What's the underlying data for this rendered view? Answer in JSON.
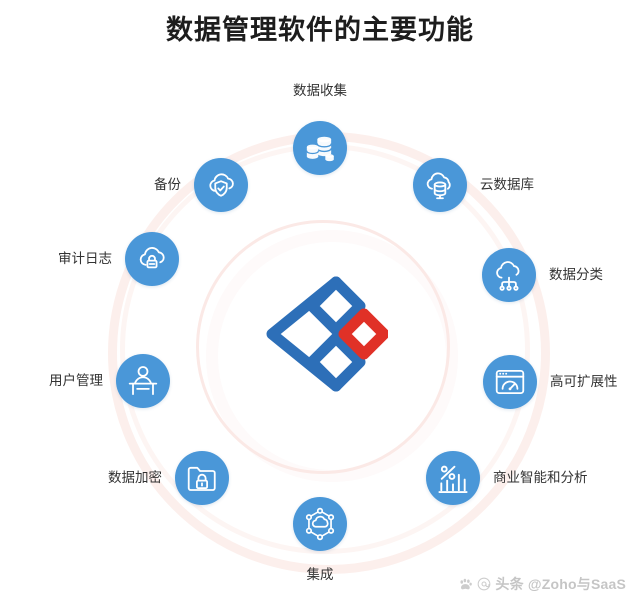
{
  "page": {
    "title": "数据管理软件的主要功能",
    "background_color": "#ffffff",
    "accent_color": "#4a97d8",
    "ring_color": "#fcefec",
    "label_color": "#333333"
  },
  "center": {
    "logo_name": "zoho-logo",
    "logo_blue": "#2d6fb8",
    "logo_red": "#e03127"
  },
  "nodes": [
    {
      "id": "data-collection",
      "label": "数据收集",
      "icon": "coins-stack-icon",
      "angle_deg": 270,
      "label_pos": "top"
    },
    {
      "id": "cloud-database",
      "label": "云数据库",
      "icon": "cloud-database-icon",
      "angle_deg": 310,
      "label_pos": "right"
    },
    {
      "id": "data-classification",
      "label": "数据分类",
      "icon": "cloud-network-icon",
      "angle_deg": 344,
      "label_pos": "right"
    },
    {
      "id": "high-scalability",
      "label": "高可扩展性",
      "icon": "browser-gauge-icon",
      "angle_deg": 18,
      "label_pos": "right"
    },
    {
      "id": "business-intelligence",
      "label": "商业智能和分析",
      "icon": "percent-barchart-icon",
      "angle_deg": 52,
      "label_pos": "right"
    },
    {
      "id": "integration",
      "label": "集成",
      "icon": "hexagon-cloud-icon",
      "angle_deg": 90,
      "label_pos": "bottom"
    },
    {
      "id": "data-encryption",
      "label": "数据加密",
      "icon": "folder-lock-icon",
      "angle_deg": 128,
      "label_pos": "left"
    },
    {
      "id": "user-management",
      "label": "用户管理",
      "icon": "user-desk-icon",
      "angle_deg": 162,
      "label_pos": "left"
    },
    {
      "id": "audit-log",
      "label": "审计日志",
      "icon": "cloud-lock-icon",
      "angle_deg": 196,
      "label_pos": "left"
    },
    {
      "id": "backup",
      "label": "备份",
      "icon": "cloud-shield-check-icon",
      "angle_deg": 230,
      "label_pos": "left"
    }
  ],
  "watermark": {
    "paw_icon": "paw-icon",
    "at_icon": "at-icon",
    "text": "头条 @Zoho与SaaS"
  }
}
